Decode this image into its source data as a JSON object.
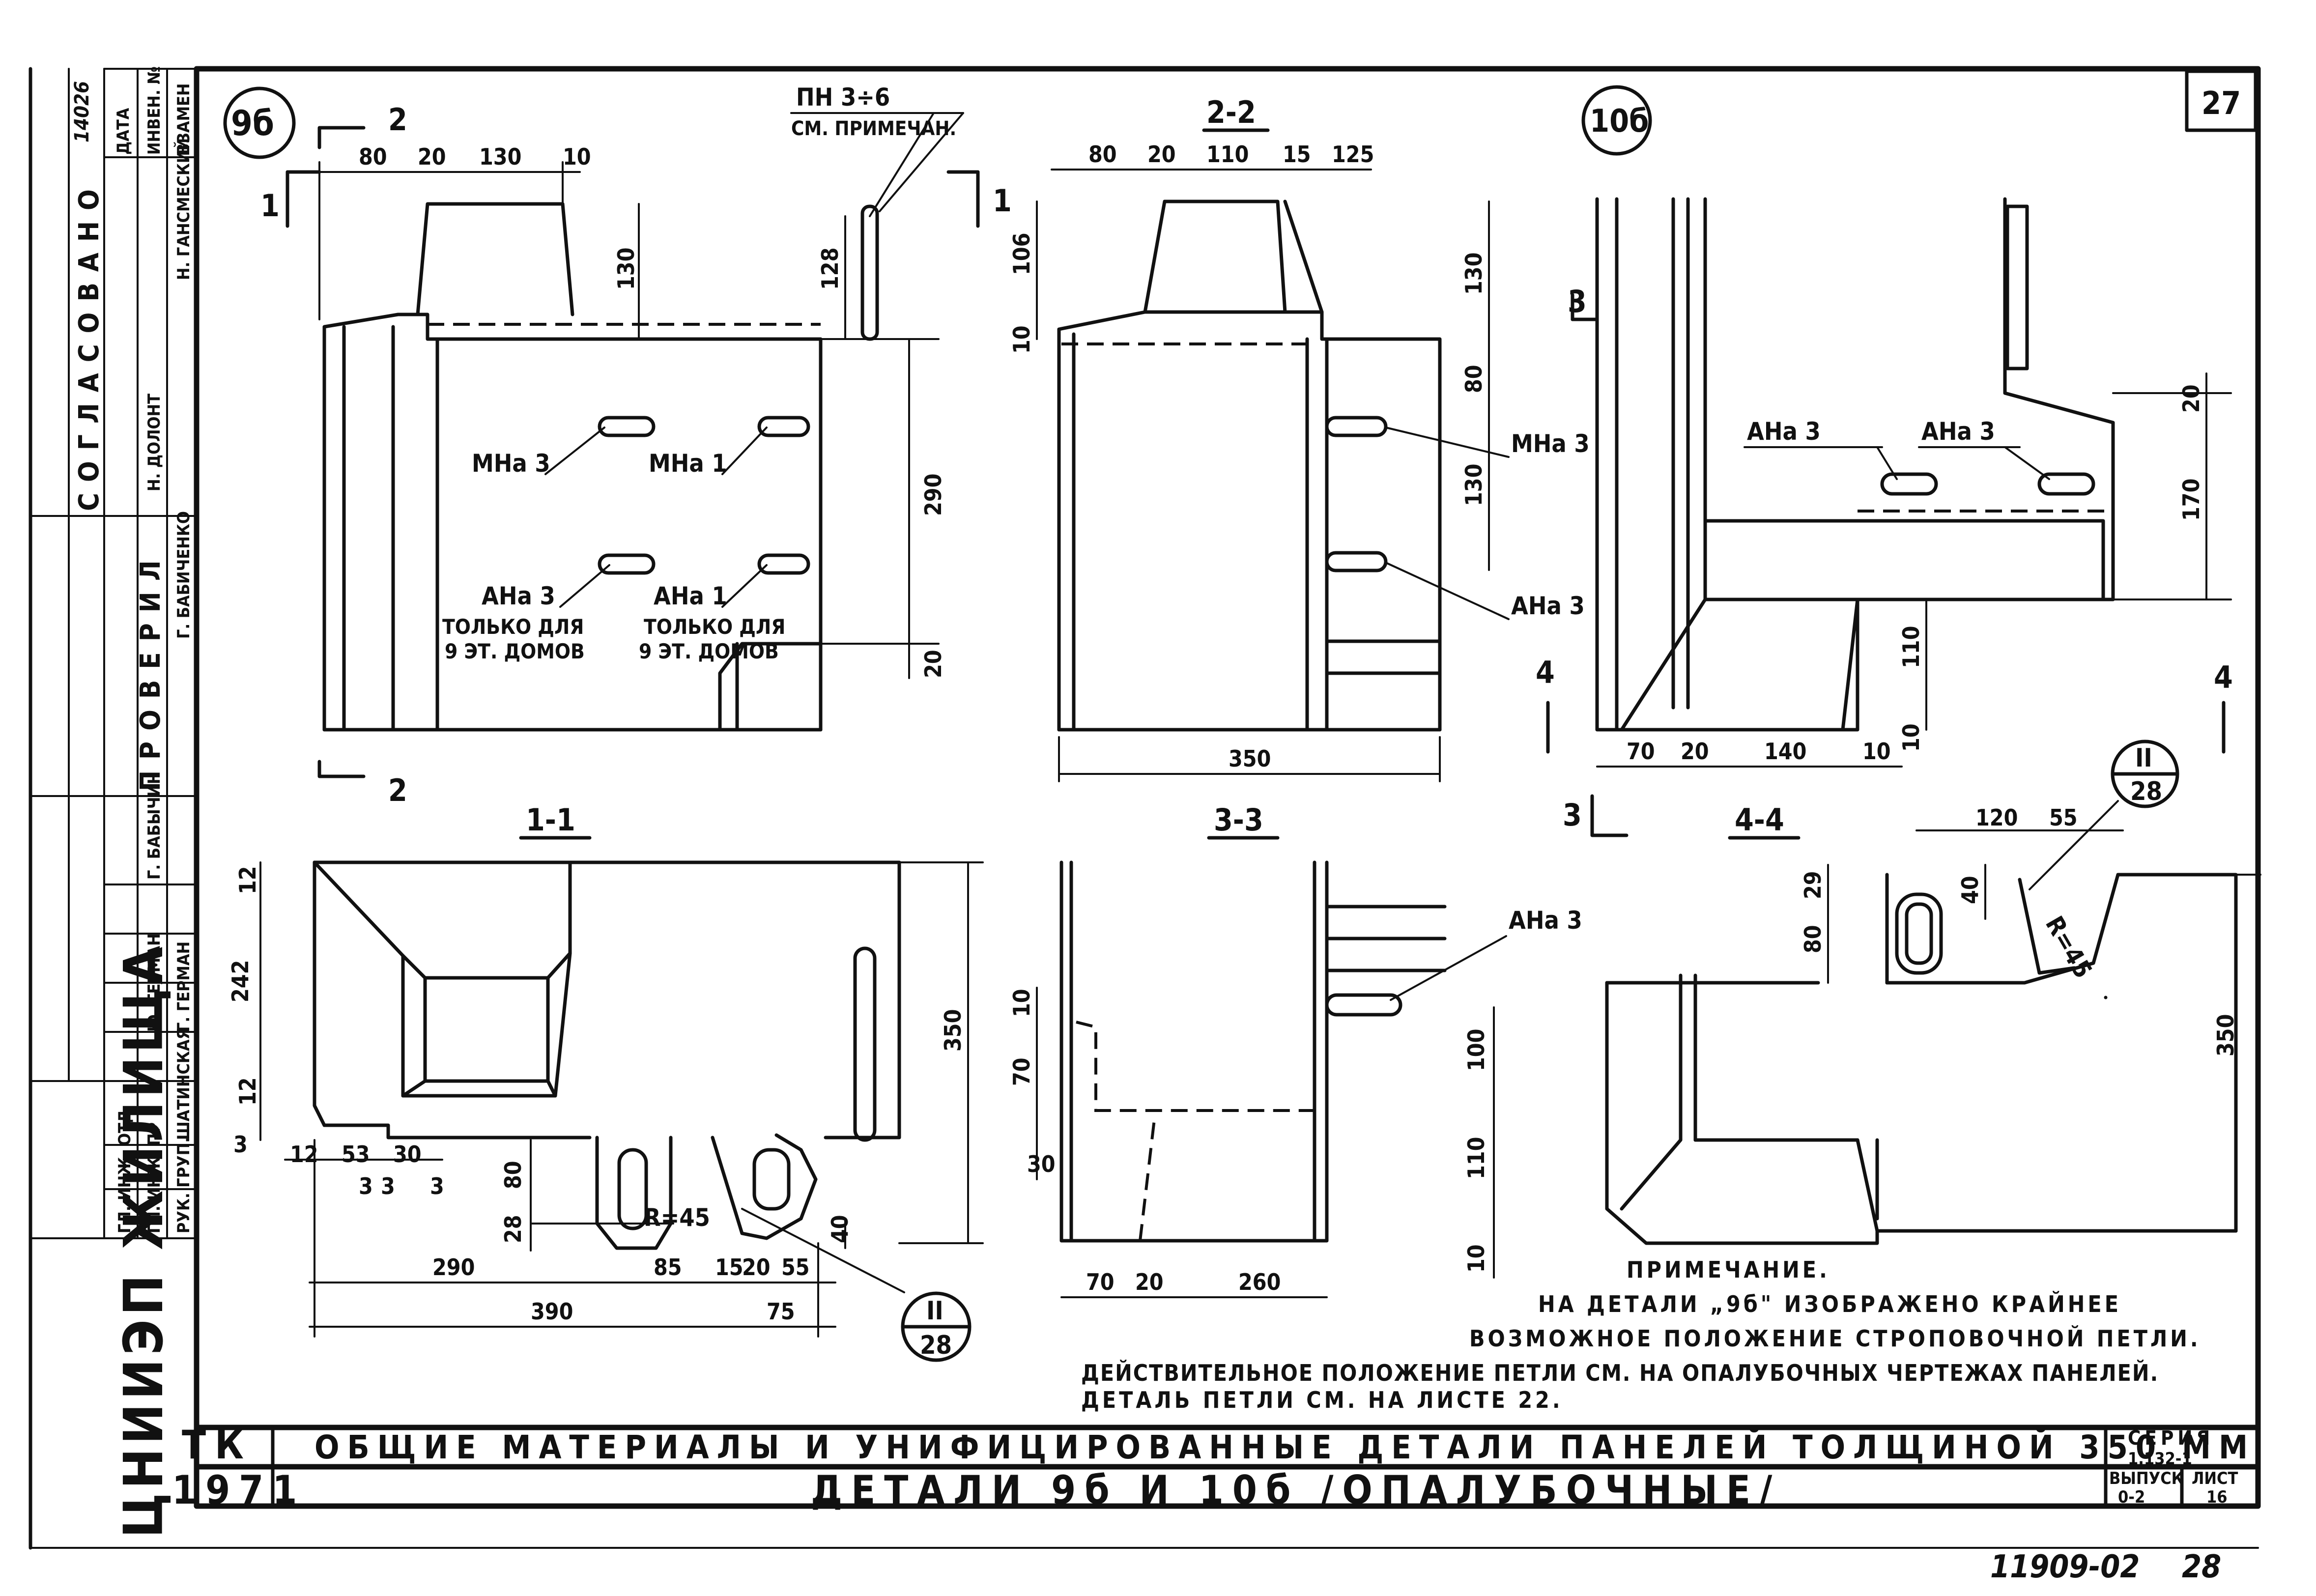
{
  "sheet": {
    "number": "27",
    "archive_number": "11909-02",
    "page_number": "28",
    "corner_id": "14026",
    "org_name": "ЦНИИЭП ЖИЛИЩА"
  },
  "title_block": {
    "tk": "ТК",
    "year": "1971",
    "title_main": "ОБЩИЕ МАТЕРИАЛЫ И УНИФИЦИРОВАННЫЕ ДЕТАЛИ ПАНЕЛЕЙ ТОЛЩИНОЙ 350 ММ",
    "title_sub": "ДЕТАЛИ 9б И 10б /ОПАЛУБОЧНЫЕ/",
    "series_label": "СЕРИЯ",
    "series_value": "1.132-1",
    "issue_label": "ВЫПУСК",
    "issue_value": "0-2",
    "sheet_label": "ЛИСТ",
    "sheet_value": "16"
  },
  "stamp": {
    "coord_header": "СОГЛАСОВАНО",
    "check_header": "ПРОВЕРИЛ",
    "col_date": "ДАТА",
    "col_inv": "ИНВЕН. №",
    "col_replace": "ВЗАМЕН",
    "rows": [
      {
        "role": "ГЛ. ИНЖ. ОТД",
        "name": "Н. ГАНСМЕСКИЙ"
      },
      {
        "role": "ГЛ. ИНЖ. ПР",
        "name": "Н. ДОЛОНТ"
      },
      {
        "role": "РУК. ГРУП.",
        "name": "Г. БАБИЧЕНКО"
      },
      {
        "role": "РУК. ГРУП.",
        "name": "Г. ГЕРМАН"
      },
      {
        "role": "ГЛ. ИНЖ. ПРТА",
        "name": "ШАТИНСКАЯ"
      },
      {
        "role": "ИНЖ. ОТД.",
        "name": "Г. БАБЫЧИН"
      },
      {
        "role": "",
        "name": "Ю. ГЕРМАН"
      }
    ]
  },
  "markers": {
    "detail_9b": "9б",
    "detail_10b": "10б",
    "ref_top": "II",
    "ref_bottom": "28"
  },
  "section_titles": {
    "s22": "2-2",
    "s11": "1-1",
    "s33": "3-3",
    "s44": "4-4"
  },
  "cut_marks": {
    "c1": "1",
    "c2": "2",
    "c3": "3",
    "c4": "4"
  },
  "labels": {
    "pn": "ПН 3÷6",
    "see_note": "СМ. ПРИМЕЧАН.",
    "mna3": "МНа 3",
    "mna1": "МНа 1",
    "ana3": "АНа 3",
    "ana1": "АНа 1",
    "only_for_a": "ТОЛЬКО ДЛЯ",
    "only_for_b": "9 ЭТ. ДОМОВ",
    "r45": "R=45"
  },
  "dims": {
    "d9b_top": [
      "80",
      "20",
      "130",
      "10"
    ],
    "d9b_h": [
      "130",
      "128",
      "290",
      "20"
    ],
    "d22_top": [
      "80",
      "20",
      "110",
      "15",
      "125"
    ],
    "d22_left": [
      "106",
      "10"
    ],
    "d22_right": [
      "130",
      "80",
      "130"
    ],
    "d22_bottom": "350",
    "d10b_right": [
      "20",
      "170",
      "110",
      "10"
    ],
    "d10b_bottom": [
      "70",
      "20",
      "140",
      "10"
    ],
    "d11_left": [
      "12",
      "242",
      "12",
      "3"
    ],
    "d11_bottom1": [
      "12",
      "53",
      "30"
    ],
    "d11_bottom2": [
      "3",
      "3",
      "3"
    ],
    "d11_loop": [
      "80",
      "28",
      "40"
    ],
    "d11_total": [
      "290",
      "85",
      "15",
      "20",
      "55"
    ],
    "d11_sum": [
      "390",
      "75"
    ],
    "d11_right": "350",
    "d33_left": [
      "10",
      "70",
      "30"
    ],
    "d33_right": [
      "100",
      "110",
      "10"
    ],
    "d33_bottom": [
      "70",
      "20",
      "260"
    ],
    "d44_top": [
      "120",
      "55"
    ],
    "d44_left": [
      "29",
      "80",
      "40"
    ],
    "d44_right": "350"
  },
  "note": {
    "heading": "ПРИМЕЧАНИЕ.",
    "line1": "НА ДЕТАЛИ „9б\" ИЗОБРАЖЕНО КРАЙНЕЕ",
    "line2": "ВОЗМОЖНОЕ ПОЛОЖЕНИЕ СТРОПОВОЧНОЙ ПЕТЛИ.",
    "line3": "ДЕЙСТВИТЕЛЬНОЕ ПОЛОЖЕНИЕ ПЕТЛИ СМ. НА ОПАЛУБОЧНЫХ ЧЕРТЕЖАХ ПАНЕЛЕЙ.",
    "line4": "ДЕТАЛЬ ПЕТЛИ СМ. НА ЛИСТЕ 22."
  }
}
